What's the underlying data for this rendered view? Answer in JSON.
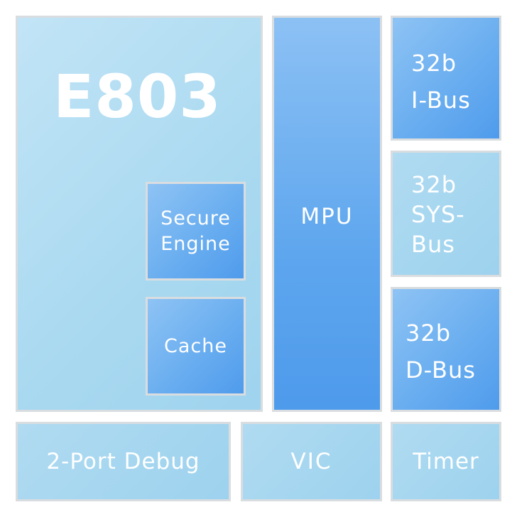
{
  "core": {
    "name": "E803"
  },
  "inner_blocks": {
    "secure_engine": "Secure\nEngine",
    "cache": "Cache"
  },
  "mpu": "MPU",
  "buses": {
    "ibus": "32b\nI-Bus",
    "sysbus": "32b\nSYS-\nBus",
    "dbus": "32b\nD-Bus"
  },
  "bottom": {
    "debug": "2-Port Debug",
    "vic": "VIC",
    "timer": "Timer"
  }
}
